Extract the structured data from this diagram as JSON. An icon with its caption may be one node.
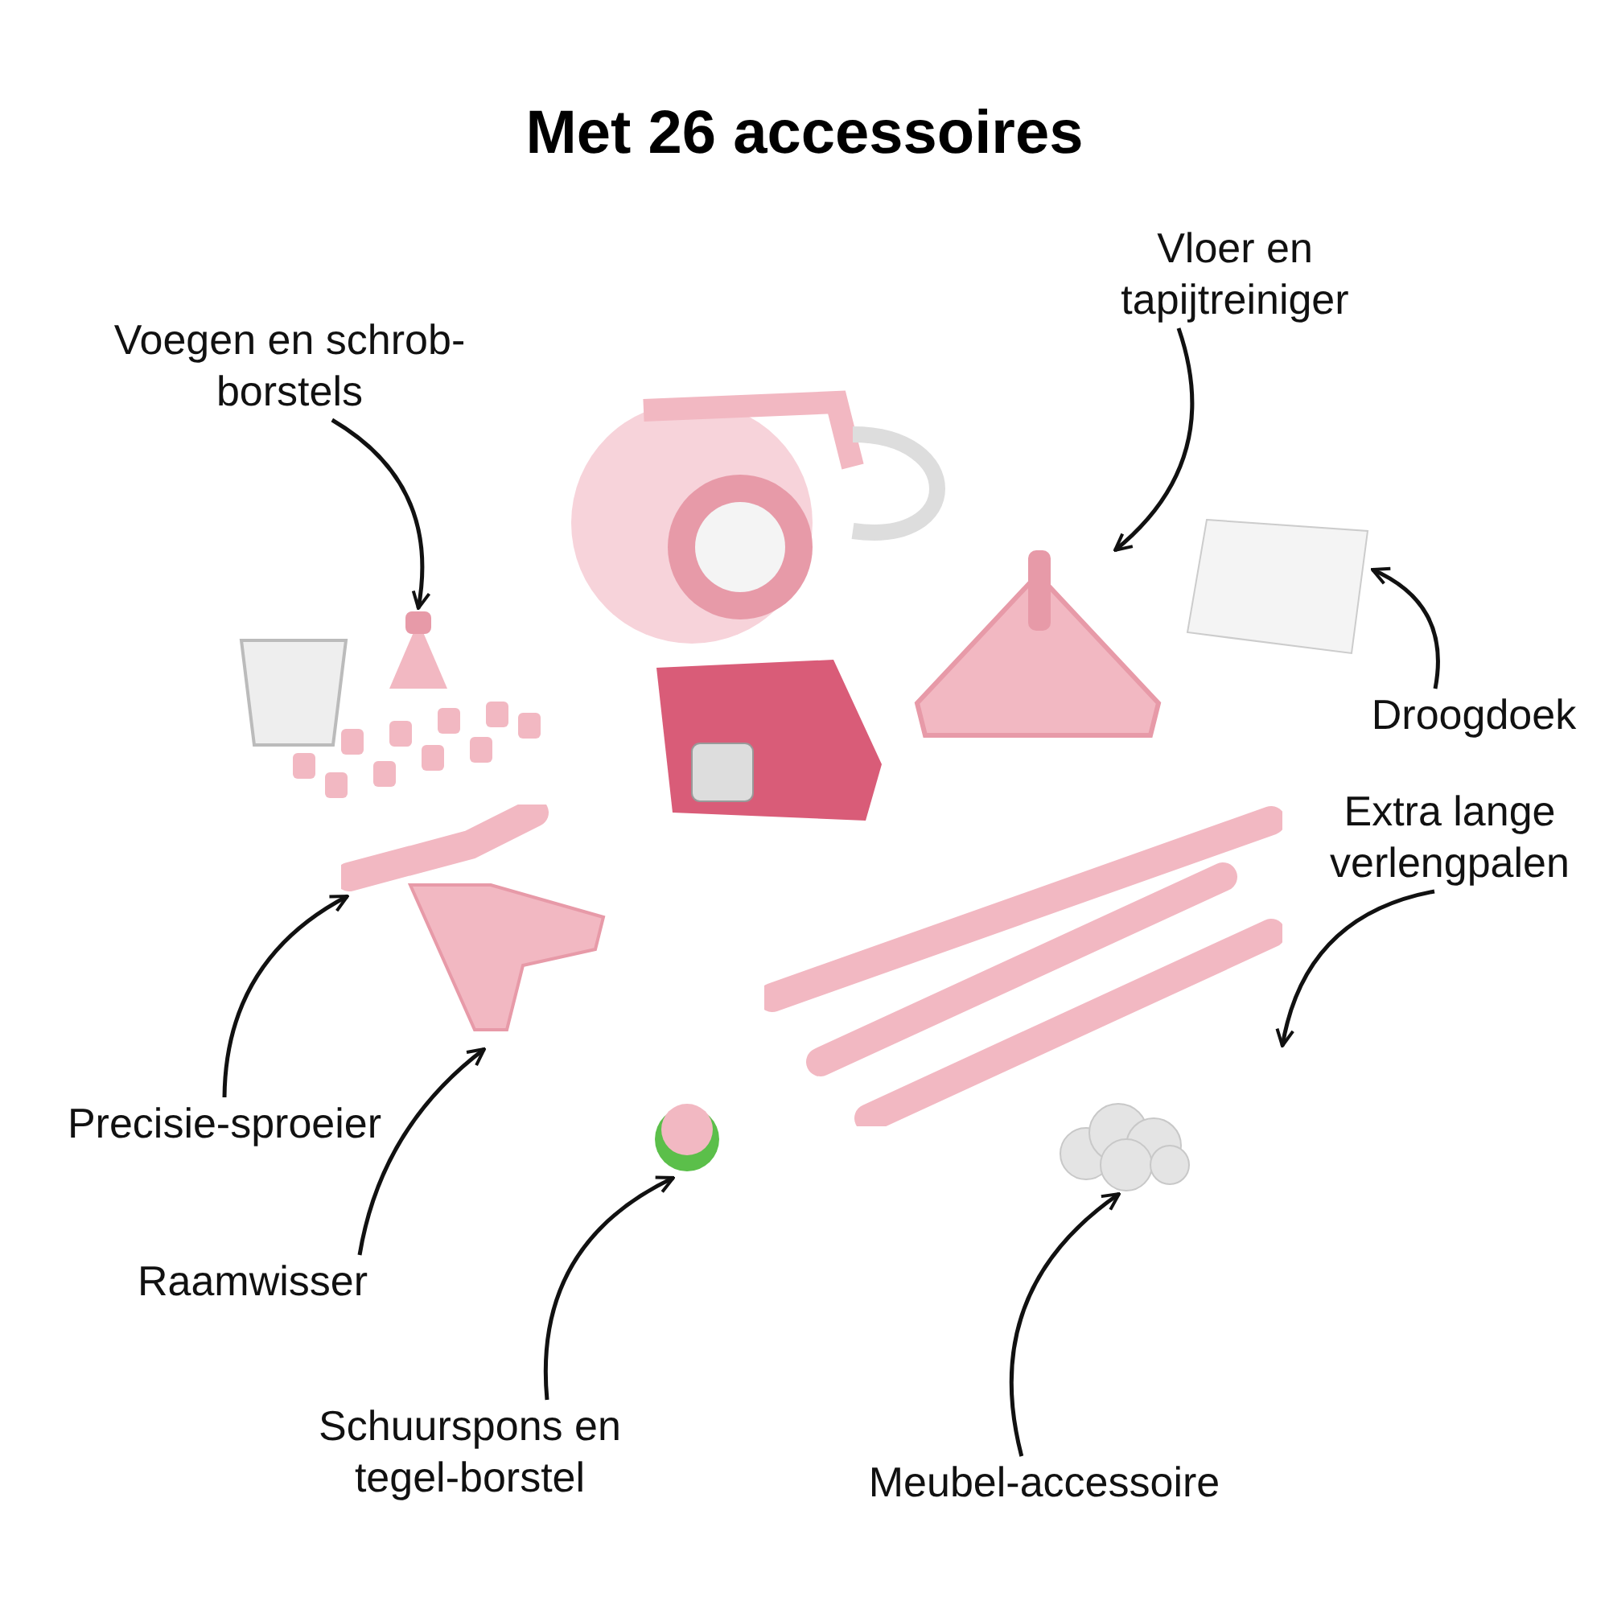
{
  "diagram": {
    "title": "Met 26 accessoires",
    "nodes": [
      {
        "text": [
          "Voegen en schrob-borstels"
        ]
      },
      {
        "text": [],
        "shape": "picture"
      },
      {
        "text": [
          "Vloer en tapijtreiniger"
        ]
      },
      {
        "text": [],
        "shape": "picture"
      },
      {
        "text": [
          "Droogdoek"
        ]
      },
      {
        "text": [],
        "shape": "picture"
      },
      {
        "text": [
          "Extra lange verlengpalen"
        ]
      },
      {
        "text": [],
        "shape": "picture"
      },
      {
        "text": [
          "Precisie-sproeier"
        ]
      },
      {
        "text": [],
        "shape": "picture"
      },
      {
        "text": [
          "Raamwisser"
        ]
      },
      {
        "text": [],
        "shape": "picture"
      },
      {
        "text": [
          "Schuurspons en tegel-borstel"
        ]
      },
      {
        "text": [],
        "shape": "picture"
      },
      {
        "text": [
          "Meubel-accessoire"
        ]
      },
      {
        "text": [],
        "shape": "picture"
      }
    ],
    "edges": [
      {
        "from": 0,
        "to": 1,
        "arrow": "to"
      },
      {
        "from": 2,
        "to": 3,
        "arrow": "to"
      },
      {
        "from": 4,
        "to": 5,
        "arrow": "to"
      },
      {
        "from": 6,
        "to": 7,
        "arrow": "to"
      },
      {
        "from": 8,
        "to": 9,
        "arrow": "to"
      },
      {
        "from": 10,
        "to": 11,
        "arrow": "to"
      },
      {
        "from": 12,
        "to": 13,
        "arrow": "to"
      },
      {
        "from": 14,
        "to": 15,
        "arrow": "to"
      }
    ]
  }
}
